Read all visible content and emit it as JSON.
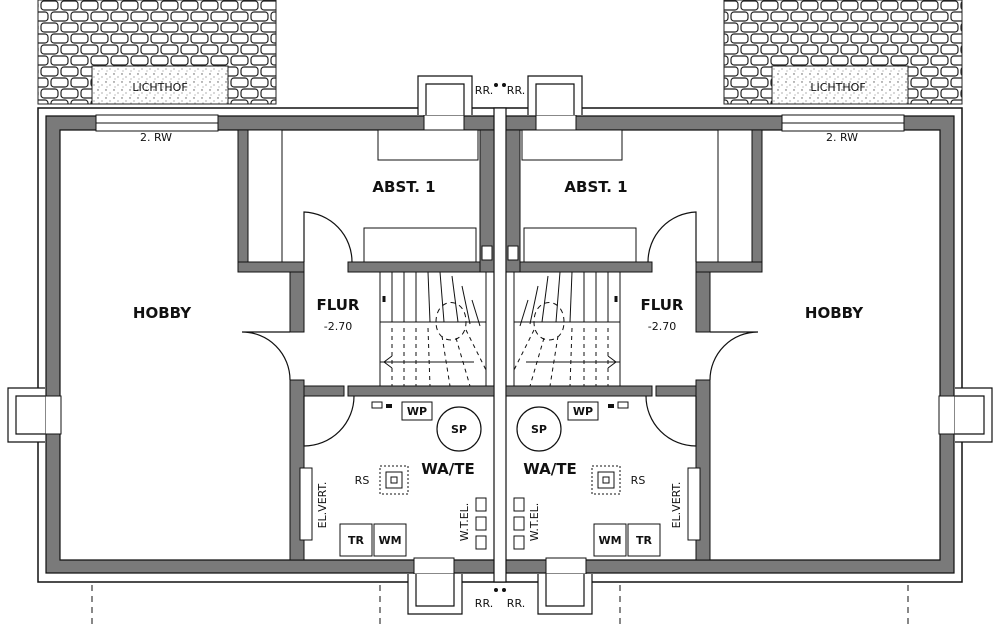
{
  "plan": {
    "lichthof": "LICHTHOF",
    "window_rw": "2. RW",
    "rr": "RR.",
    "hobby": "HOBBY",
    "abst": "ABST. 1",
    "flur": "FLUR",
    "flur_level": "-2.70",
    "wp": "WP",
    "sp": "SP",
    "wate": "WA/TE",
    "rs": "RS",
    "elvert": "EL.VERT.",
    "wtel": "W.T.EL.",
    "tr": "TR",
    "wm": "WM"
  },
  "colors": {
    "wall_fill": "#7a7a7a",
    "wall_line": "#111111",
    "gravel": "#d9d9d9"
  }
}
